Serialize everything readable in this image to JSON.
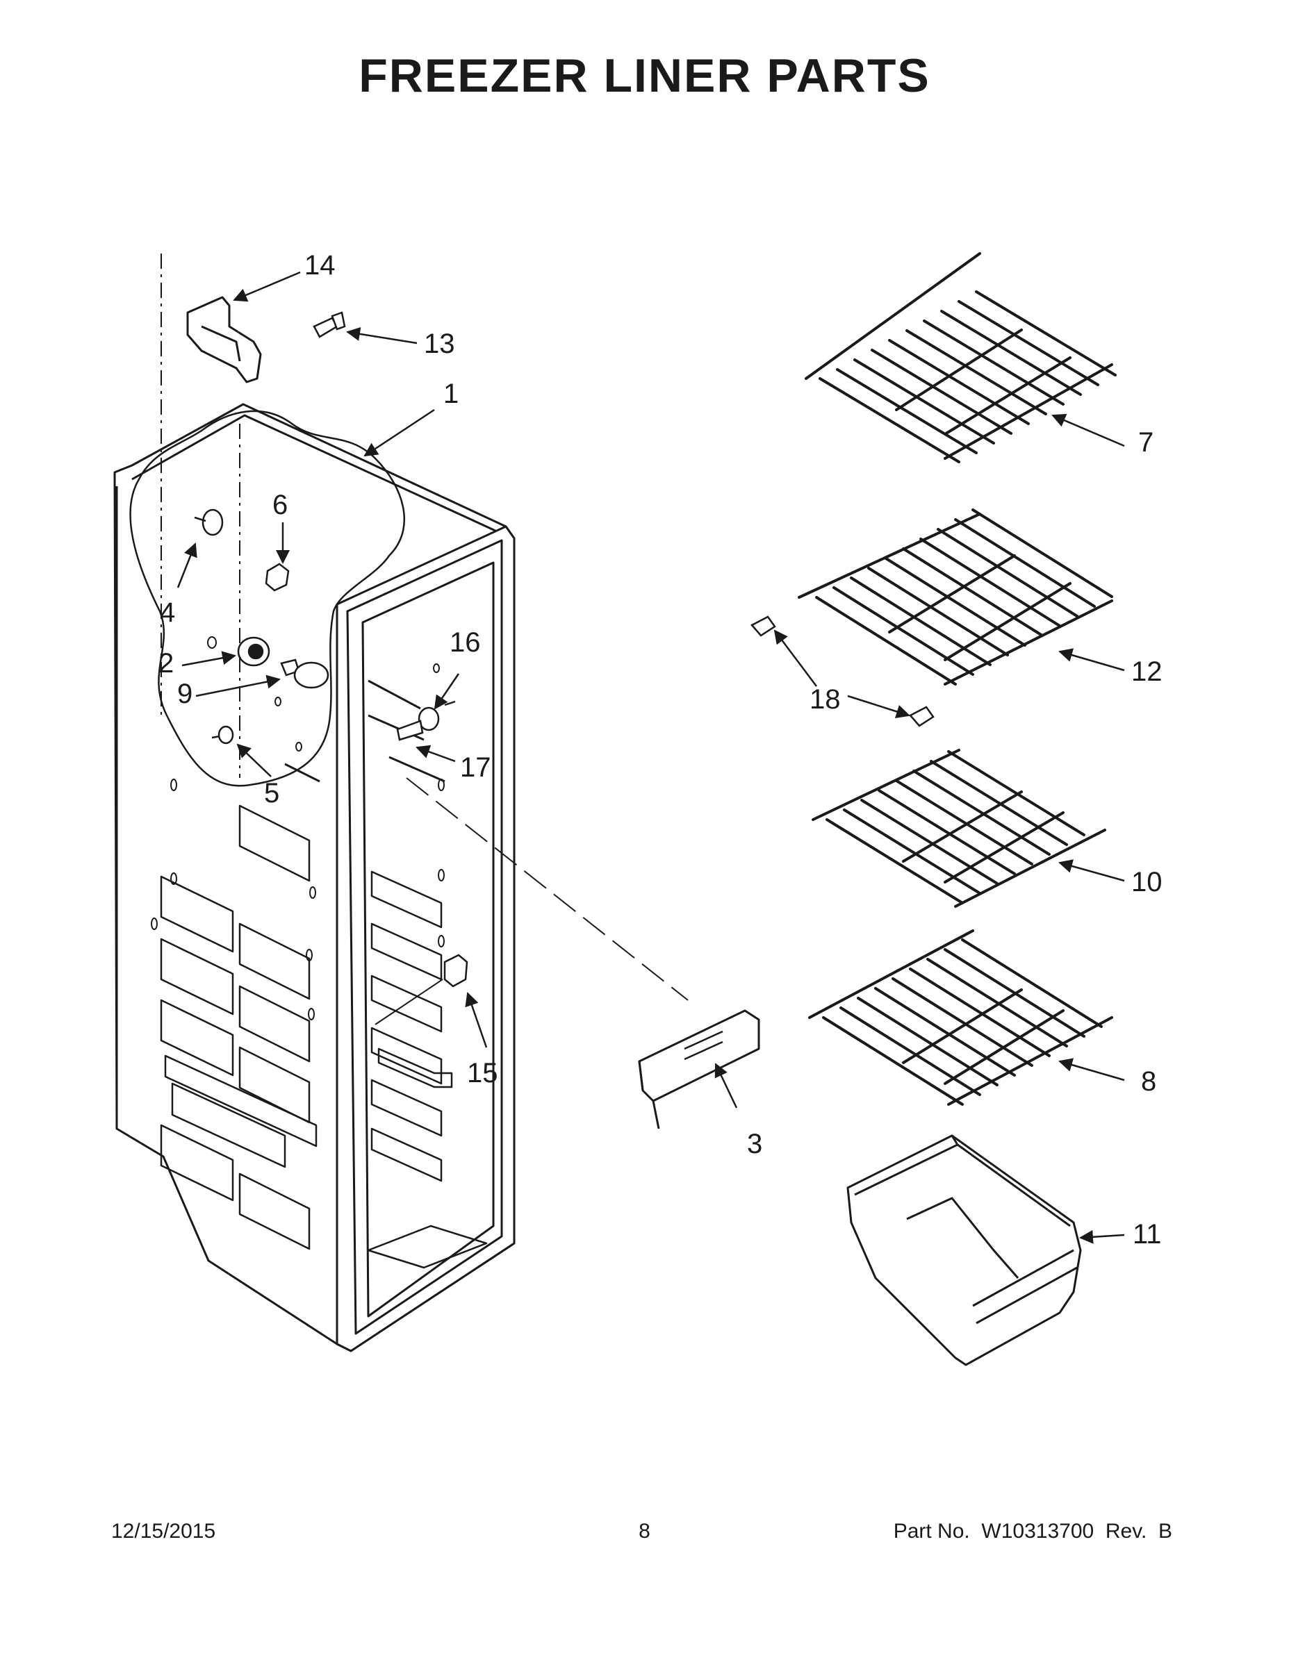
{
  "title": "FREEZER LINER PARTS",
  "callouts": {
    "c1": "1",
    "c2": "2",
    "c3": "3",
    "c4": "4",
    "c5": "5",
    "c6": "6",
    "c7": "7",
    "c8": "8",
    "c9": "9",
    "c10": "10",
    "c11": "11",
    "c12": "12",
    "c13": "13",
    "c14": "14",
    "c15": "15",
    "c16": "16",
    "c17": "17",
    "c18": "18"
  },
  "footer": {
    "date": "12/15/2015",
    "page": "8",
    "part_label": "Part No.  W10313700  Rev.  B"
  }
}
